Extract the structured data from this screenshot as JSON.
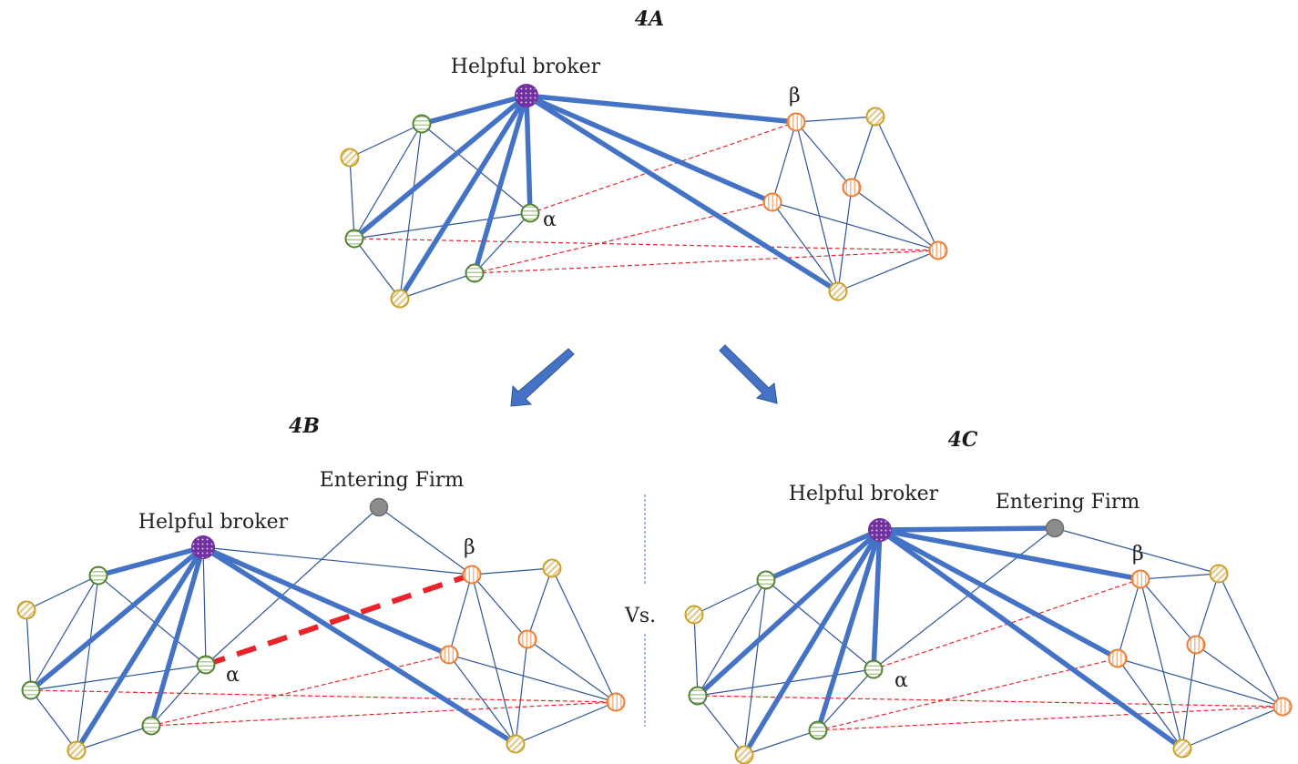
{
  "colors": {
    "edge": "#4472C4",
    "edge_dark": "#2F5597",
    "gap_dashed": "#E8232A",
    "broker": "#7030A0",
    "entering": "#8C8C8C",
    "cluster_a": "#548235",
    "cluster_b": "#ED7D31",
    "peripheral": "#C9A227",
    "divider": "#4472C4"
  },
  "labels": {
    "helpful_broker": "Helpful broker",
    "entering_firm": "Entering Firm",
    "alpha": "α",
    "beta": "β",
    "vs": "Vs."
  },
  "panels": [
    {
      "id": "4A",
      "title": "4A",
      "node_types": {
        "broker": "broker",
        "a1": "cluster_a",
        "a2": "cluster_a",
        "a3": "cluster_a",
        "alpha": "cluster_a",
        "p1": "peripheral",
        "p2": "peripheral",
        "beta": "cluster_b",
        "b2": "cluster_b",
        "b3": "cluster_b",
        "b4": "cluster_b",
        "q1": "peripheral",
        "q2": "peripheral"
      },
      "strong_ties": [
        [
          "broker",
          "a1"
        ],
        [
          "broker",
          "a2"
        ],
        [
          "broker",
          "p2"
        ],
        [
          "broker",
          "a3"
        ],
        [
          "broker",
          "alpha"
        ],
        [
          "broker",
          "beta"
        ],
        [
          "broker",
          "b2"
        ],
        [
          "broker",
          "q2"
        ]
      ],
      "weak_ties": [
        [
          "a1",
          "p1"
        ],
        [
          "a1",
          "a2"
        ],
        [
          "a1",
          "p2"
        ],
        [
          "a1",
          "alpha"
        ],
        [
          "p1",
          "a2"
        ],
        [
          "a2",
          "alpha"
        ],
        [
          "a2",
          "p2"
        ],
        [
          "p2",
          "a3"
        ],
        [
          "a3",
          "alpha"
        ],
        [
          "beta",
          "q1"
        ],
        [
          "beta",
          "b2"
        ],
        [
          "beta",
          "q2"
        ],
        [
          "beta",
          "b3"
        ],
        [
          "q1",
          "b3"
        ],
        [
          "q1",
          "b4"
        ],
        [
          "b2",
          "q2"
        ],
        [
          "b2",
          "b4"
        ],
        [
          "b3",
          "q2"
        ],
        [
          "b3",
          "b4"
        ],
        [
          "q2",
          "b4"
        ]
      ],
      "structural_holes": [
        [
          "alpha",
          "beta"
        ],
        [
          "a2",
          "b4"
        ],
        [
          "a3",
          "b4"
        ],
        [
          "a3",
          "b2"
        ]
      ],
      "highlighted_gap": []
    },
    {
      "id": "4B",
      "title": "4B",
      "node_types": {
        "broker": "broker",
        "entering": "entering",
        "a1": "cluster_a",
        "a2": "cluster_a",
        "a3": "cluster_a",
        "alpha": "cluster_a",
        "p1": "peripheral",
        "p2": "peripheral",
        "beta": "cluster_b",
        "b2": "cluster_b",
        "b3": "cluster_b",
        "b4": "cluster_b",
        "q1": "peripheral",
        "q2": "peripheral"
      },
      "strong_ties": [
        [
          "broker",
          "a1"
        ],
        [
          "broker",
          "a2"
        ],
        [
          "broker",
          "p2"
        ],
        [
          "broker",
          "a3"
        ],
        [
          "broker",
          "b2"
        ],
        [
          "broker",
          "q2"
        ]
      ],
      "weak_ties": [
        [
          "broker",
          "alpha"
        ],
        [
          "broker",
          "beta"
        ],
        [
          "entering",
          "alpha"
        ],
        [
          "entering",
          "beta"
        ],
        [
          "a1",
          "p1"
        ],
        [
          "a1",
          "a2"
        ],
        [
          "a1",
          "p2"
        ],
        [
          "a1",
          "alpha"
        ],
        [
          "p1",
          "a2"
        ],
        [
          "a2",
          "alpha"
        ],
        [
          "a2",
          "p2"
        ],
        [
          "p2",
          "a3"
        ],
        [
          "a3",
          "alpha"
        ],
        [
          "beta",
          "q1"
        ],
        [
          "beta",
          "b2"
        ],
        [
          "beta",
          "q2"
        ],
        [
          "beta",
          "b3"
        ],
        [
          "q1",
          "b3"
        ],
        [
          "q1",
          "b4"
        ],
        [
          "b2",
          "q2"
        ],
        [
          "b2",
          "b4"
        ],
        [
          "b3",
          "q2"
        ],
        [
          "b3",
          "b4"
        ],
        [
          "q2",
          "b4"
        ]
      ],
      "structural_holes": [
        [
          "a2",
          "b4"
        ],
        [
          "a3",
          "b4"
        ],
        [
          "a3",
          "b2"
        ]
      ],
      "highlighted_gap": [
        [
          "alpha",
          "beta"
        ]
      ]
    },
    {
      "id": "4C",
      "title": "4C",
      "node_types": {
        "broker": "broker",
        "entering": "entering",
        "a1": "cluster_a",
        "a2": "cluster_a",
        "a3": "cluster_a",
        "alpha": "cluster_a",
        "p1": "peripheral",
        "p2": "peripheral",
        "beta": "cluster_b",
        "b2": "cluster_b",
        "b3": "cluster_b",
        "b4": "cluster_b",
        "q1": "peripheral",
        "q2": "peripheral"
      },
      "strong_ties": [
        [
          "broker",
          "a1"
        ],
        [
          "broker",
          "a2"
        ],
        [
          "broker",
          "p2"
        ],
        [
          "broker",
          "a3"
        ],
        [
          "broker",
          "alpha"
        ],
        [
          "broker",
          "entering"
        ],
        [
          "broker",
          "beta"
        ],
        [
          "broker",
          "b2"
        ],
        [
          "broker",
          "q2"
        ]
      ],
      "weak_ties": [
        [
          "entering",
          "alpha"
        ],
        [
          "entering",
          "q1"
        ],
        [
          "a1",
          "p1"
        ],
        [
          "a1",
          "a2"
        ],
        [
          "a1",
          "p2"
        ],
        [
          "a1",
          "alpha"
        ],
        [
          "p1",
          "a2"
        ],
        [
          "a2",
          "alpha"
        ],
        [
          "a2",
          "p2"
        ],
        [
          "p2",
          "a3"
        ],
        [
          "a3",
          "alpha"
        ],
        [
          "beta",
          "q1"
        ],
        [
          "beta",
          "b2"
        ],
        [
          "beta",
          "q2"
        ],
        [
          "beta",
          "b3"
        ],
        [
          "q1",
          "b3"
        ],
        [
          "q1",
          "b4"
        ],
        [
          "b2",
          "q2"
        ],
        [
          "b2",
          "b4"
        ],
        [
          "b3",
          "q2"
        ],
        [
          "b3",
          "b4"
        ],
        [
          "q2",
          "b4"
        ]
      ],
      "structural_holes": [
        [
          "alpha",
          "beta"
        ],
        [
          "a2",
          "b4"
        ],
        [
          "a3",
          "b4"
        ],
        [
          "a3",
          "b2"
        ]
      ],
      "highlighted_gap": []
    }
  ]
}
